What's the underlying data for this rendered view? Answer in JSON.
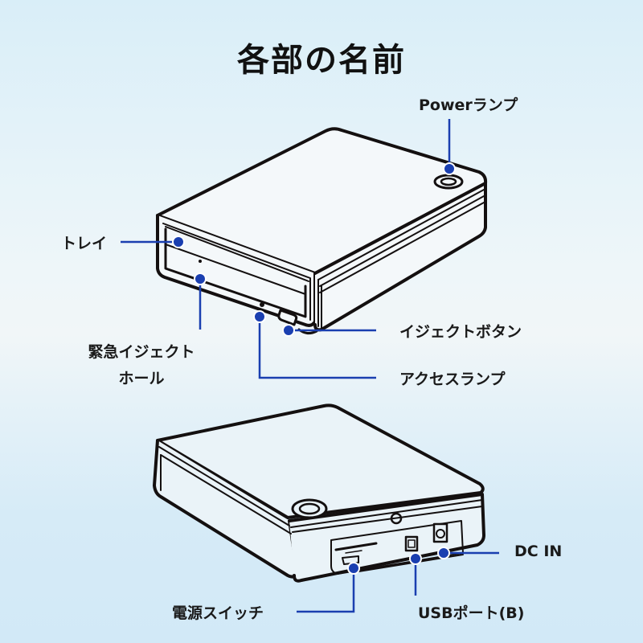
{
  "title": "各部の名前",
  "colors": {
    "callout": "#1a3fb0",
    "outline": "#141010",
    "background_top": "#d9eef8",
    "background_bottom": "#d2e9f7"
  },
  "front_view": {
    "labels": {
      "power_lamp": "Powerランプ",
      "tray": "トレイ",
      "emergency_eject_line1": "緊急イジェクト",
      "emergency_eject_line2": "ホール",
      "eject_button": "イジェクトボタン",
      "access_lamp": "アクセスランプ"
    }
  },
  "rear_view": {
    "labels": {
      "dc_in": "DC IN",
      "power_switch": "電源スイッチ",
      "usb_port": "USBポート(B)"
    }
  }
}
